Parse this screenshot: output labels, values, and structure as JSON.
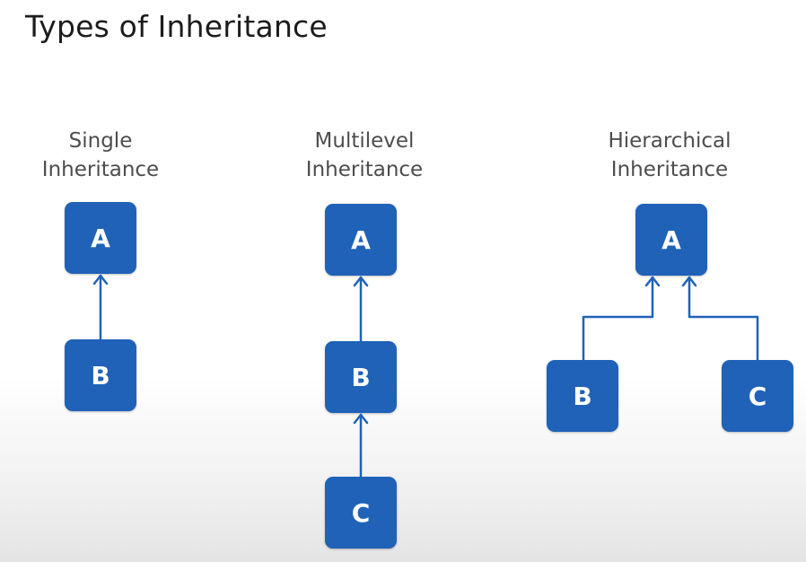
{
  "title": "Types of Inheritance",
  "diagrams": [
    {
      "heading_line1": "Single",
      "heading_line2": "Inheritance",
      "nodes": [
        "A",
        "B"
      ]
    },
    {
      "heading_line1": "Multilevel",
      "heading_line2": "Inheritance",
      "nodes": [
        "A",
        "B",
        "C"
      ]
    },
    {
      "heading_line1": "Hierarchical",
      "heading_line2": "Inheritance",
      "nodes": [
        "A",
        "B",
        "C"
      ]
    }
  ],
  "colors": {
    "box_fill": "#1f62b8",
    "connector": "#1f62b8",
    "title_text": "#1c1c1c",
    "heading_text": "#4d4d4d"
  }
}
